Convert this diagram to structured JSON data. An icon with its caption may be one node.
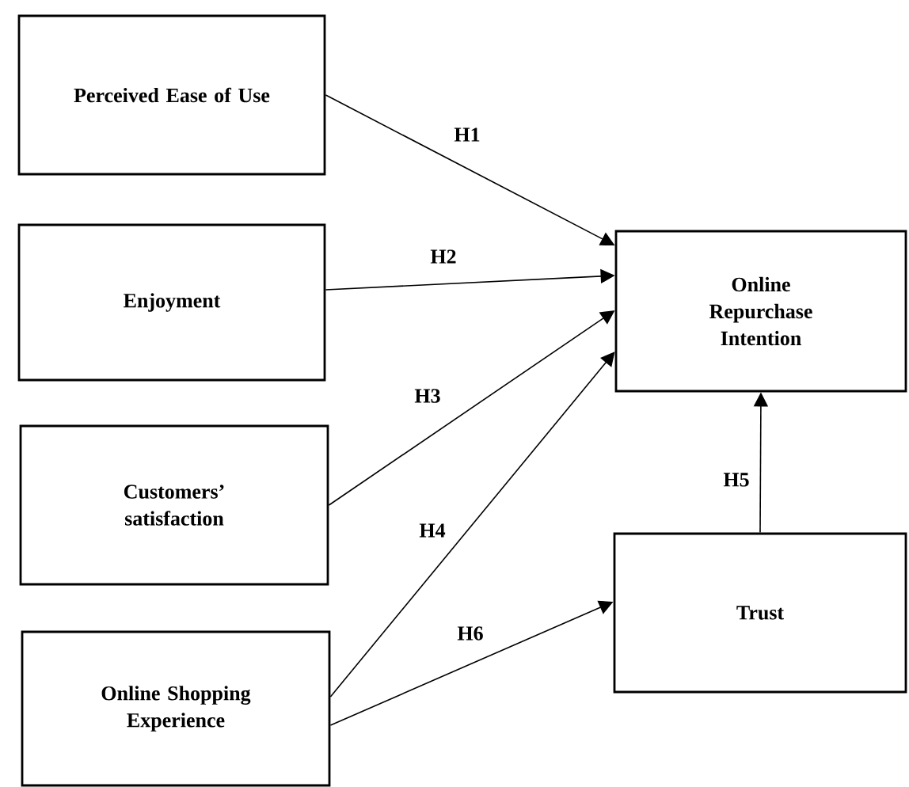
{
  "diagram": {
    "nodes": [
      {
        "text": [
          "Perceived Ease of Use"
        ]
      },
      {
        "text": [
          "Enjoyment"
        ]
      },
      {
        "text": [
          "Customers’ satisfaction"
        ]
      },
      {
        "text": [
          "Online Shopping Experience"
        ]
      },
      {
        "text": [
          "Online Repurchase Intention"
        ]
      },
      {
        "text": [
          "Trust"
        ]
      }
    ],
    "edges": [
      {
        "from": 0,
        "to": 4,
        "arrow": "to",
        "label": "H1"
      },
      {
        "from": 1,
        "to": 4,
        "arrow": "to",
        "label": "H2"
      },
      {
        "from": 2,
        "to": 4,
        "arrow": "to",
        "label": "H3"
      },
      {
        "from": 3,
        "to": 4,
        "arrow": "to",
        "label": "H4"
      },
      {
        "from": 5,
        "to": 4,
        "arrow": "to",
        "label": "H5"
      },
      {
        "from": 3,
        "to": 5,
        "arrow": "to",
        "label": "H6"
      }
    ]
  }
}
